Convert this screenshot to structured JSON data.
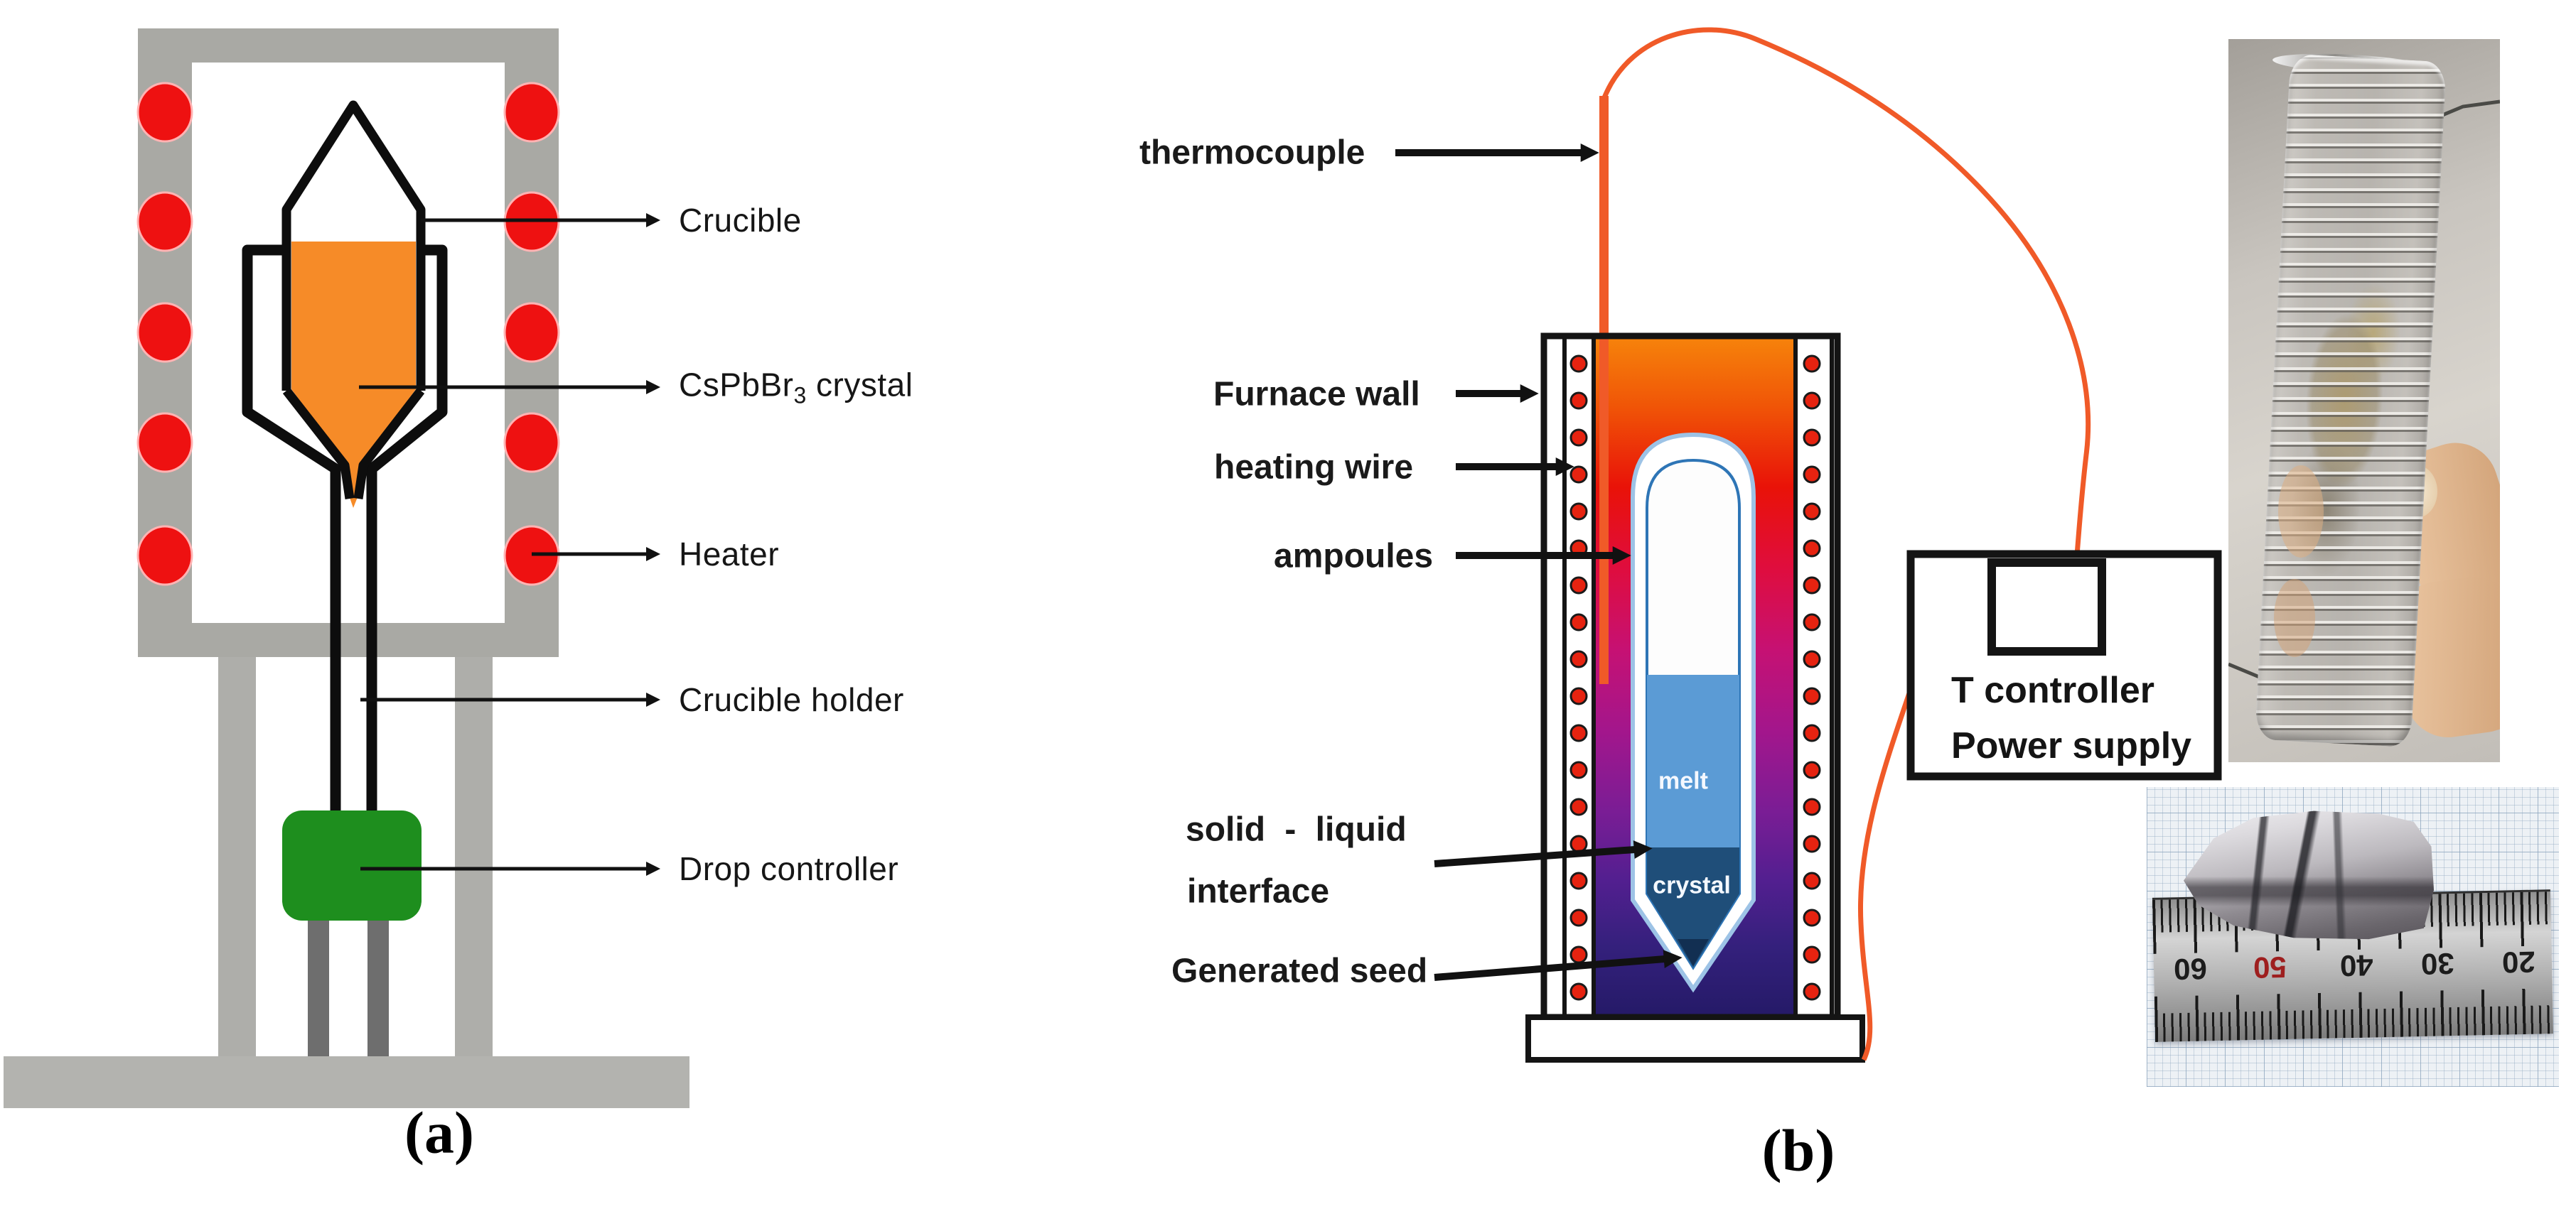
{
  "figure_captions": {
    "a": "(a)",
    "b": "(b)"
  },
  "panel_a": {
    "labels": {
      "crucible": "Crucible",
      "crystal_prefix": "CsPbBr",
      "crystal_sub": "3",
      "crystal_suffix": " crystal",
      "heater": "Heater",
      "crucible_holder": "Crucible holder",
      "drop_controller": "Drop controller"
    }
  },
  "panel_b": {
    "labels": {
      "thermocouple": "thermocouple",
      "furnace_wall": "Furnace wall",
      "heating_wire": "heating wire",
      "ampoules": "ampoules",
      "interface_line1": "solid - liquid",
      "interface_line2": "interface",
      "generated_seed": "Generated seed"
    },
    "controller_box": {
      "line1": "T controller",
      "line2": "Power supply"
    },
    "ampoule": {
      "melt": "melt",
      "crystal": "crystal"
    },
    "photo_ruler": {
      "numbers": [
        "60",
        "50",
        "40",
        "30",
        "20"
      ]
    }
  },
  "colors": {
    "heater_red": "#ee1111",
    "heating_wire_red": "#e62310",
    "furnace_gray": "#a9a9a4",
    "crucible_orange": "#f68b28",
    "drop_controller_green": "#1e8e1e",
    "thermocouple_orange": "#f05a28",
    "melt_blue": "#5b9bd5",
    "crystal_blue": "#1f4e79"
  }
}
